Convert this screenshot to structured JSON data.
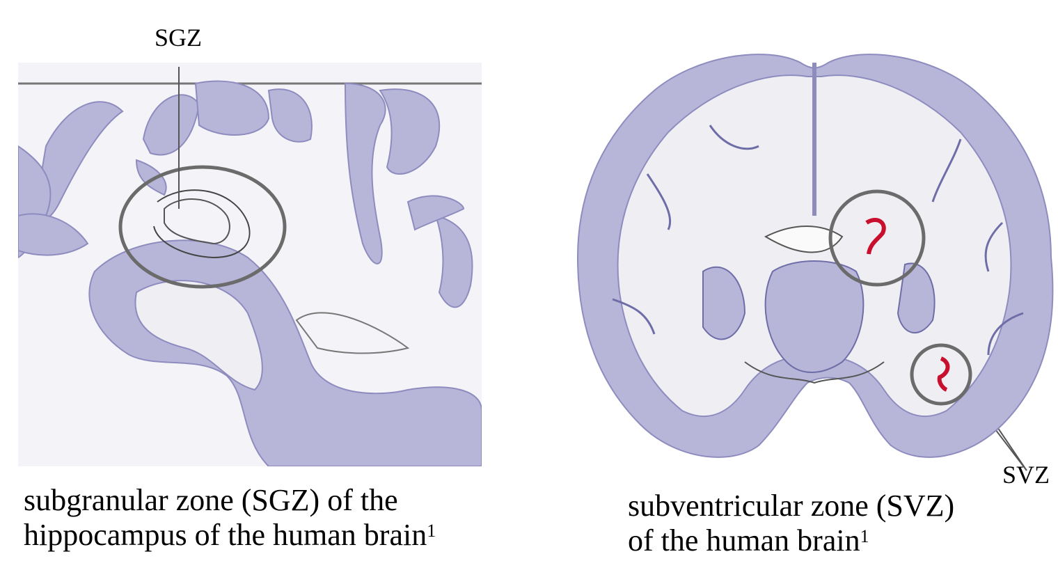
{
  "labels": {
    "sgz": "SGZ",
    "svz": "SVZ"
  },
  "captions": {
    "left_text": "subgranular zone (SGZ) of the hippocampus of the human brain",
    "left_line1": "subgranular zone (SGZ) of the",
    "left_line2": "hippocampus of the human brain",
    "left_sup": "1",
    "right_line1": "subventricular zone (SVZ)",
    "right_line2": "of the human brain",
    "right_sup": "1"
  },
  "colors": {
    "cortex_fill": "#b7b6d9",
    "cortex_stroke": "#8e8cbf",
    "white_matter": "#eeeef3",
    "highlight_circle": "#6b6b6b",
    "svz_marker": "#c8102e",
    "pointer_line": "#555555"
  }
}
